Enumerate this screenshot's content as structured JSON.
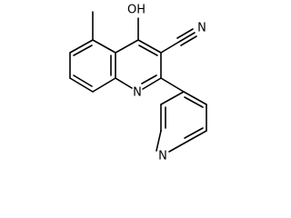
{
  "molecule": {
    "atoms": {
      "hydroxyl": "OH",
      "nitrile_n": "N",
      "ring_n": "N",
      "pyridine_n": "N"
    }
  }
}
